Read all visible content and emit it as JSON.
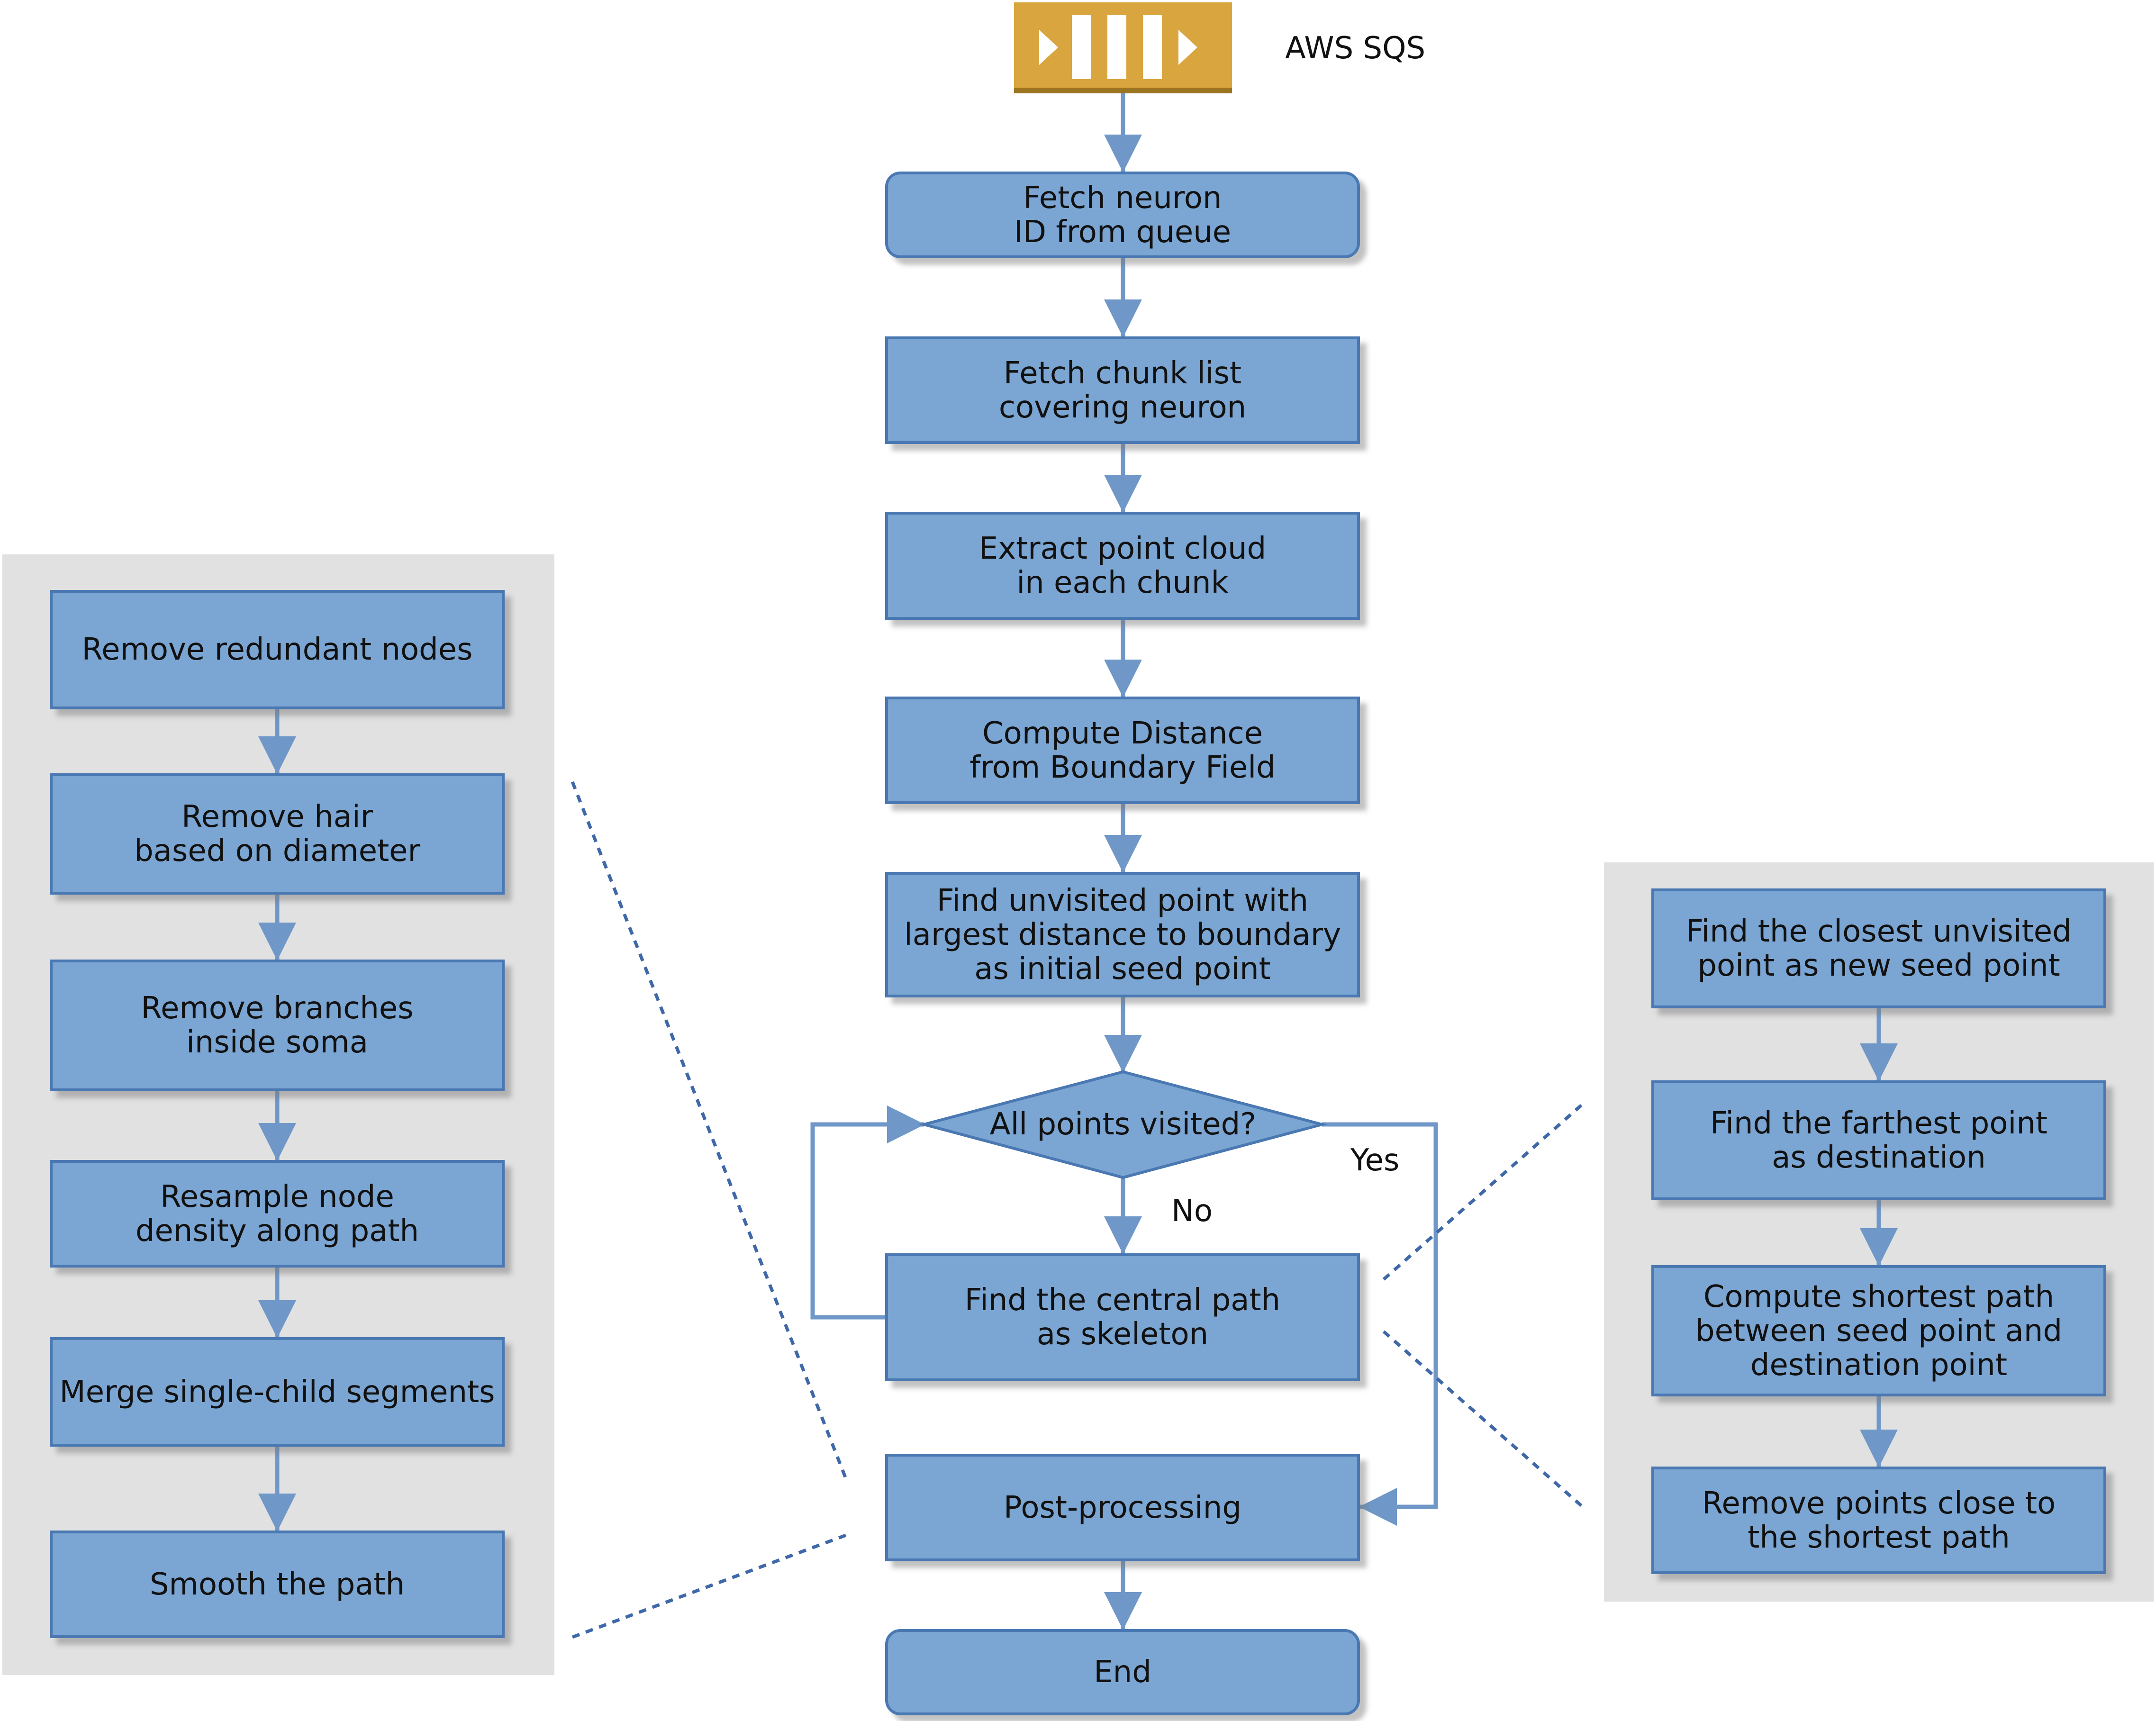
{
  "queue": {
    "label": "AWS SQS",
    "icon": "sqs-queue-icon",
    "color": "#d9a53e"
  },
  "main_flow": {
    "fetch_id": "Fetch neuron\nID from queue",
    "fetch_chunks": "Fetch chunk list\ncovering neuron",
    "extract": "Extract point cloud\nin each chunk",
    "compute_dbf": "Compute Distance\nfrom Boundary Field",
    "find_seed": "Find unvisited point with\nlargest distance to boundary\nas initial seed point",
    "decision": "All points visited?",
    "find_path": "Find the central path\nas skeleton",
    "post": "Post-processing",
    "end": "End",
    "yes": "Yes",
    "no": "No"
  },
  "post_processing_steps": [
    "Remove redundant nodes",
    "Remove hair\nbased on diameter",
    "Remove branches\ninside soma",
    "Resample node\ndensity along path",
    "Merge single-child segments",
    "Smooth the path"
  ],
  "path_finding_steps": [
    "Find the closest unvisited\npoint as new seed point",
    "Find the farthest point\nas destination",
    "Compute shortest path\nbetween seed point and\ndestination point",
    "Remove points close to\nthe shortest path"
  ],
  "colors": {
    "box_fill": "#7ba5d2",
    "box_border": "#4a78b2",
    "arrow": "#6f97c8",
    "panel": "#e1e1e1",
    "queue": "#d9a53e"
  }
}
